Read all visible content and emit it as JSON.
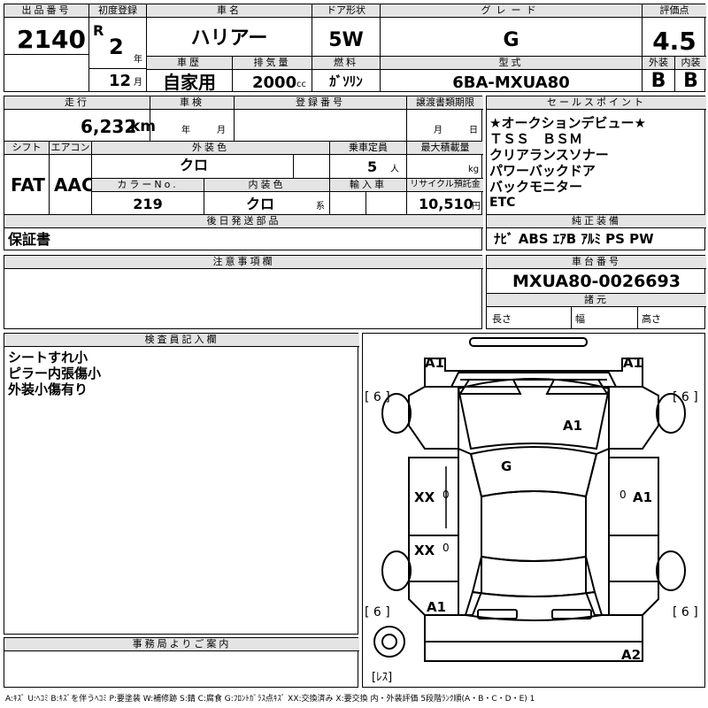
{
  "lot": {
    "label": "出品番号",
    "value": "2140"
  },
  "first_reg": {
    "label": "初度登録",
    "era": "R",
    "year": "2",
    "year_unit": "年",
    "month": "12",
    "month_unit": "月"
  },
  "car_name": {
    "label": "車名",
    "value": "ハリアー"
  },
  "door": {
    "label": "ドア形状",
    "value": "5W"
  },
  "grade": {
    "label": "グレード",
    "value": "G"
  },
  "score": {
    "label": "評価点",
    "value": "4.5",
    "ext_label": "外装",
    "int_label": "内装",
    "ext": "B",
    "int": "B"
  },
  "history": {
    "label": "車歴",
    "value": "自家用"
  },
  "displacement": {
    "label": "排気量",
    "value": "2000",
    "unit": "cc"
  },
  "fuel": {
    "label": "燃料",
    "value": "ｶﾞｿﾘﾝ"
  },
  "model": {
    "label": "型式",
    "value": "6BA-MXUA80"
  },
  "mileage": {
    "label": "走行",
    "value": "6,232",
    "unit": "km"
  },
  "inspection": {
    "label": "車検",
    "year_unit": "年",
    "month_unit": "月"
  },
  "reg_no": {
    "label": "登録番号"
  },
  "transfer": {
    "label": "譲渡書類期限",
    "month_unit": "月",
    "day_unit": "日"
  },
  "shift": {
    "label": "シフト",
    "value": "FAT"
  },
  "ac": {
    "label": "エアコン",
    "value": "AAC"
  },
  "ext_color": {
    "label": "外装色",
    "value": "クロ"
  },
  "capacity": {
    "label": "乗車定員",
    "value": "5",
    "unit": "人"
  },
  "max_load": {
    "label": "最大積載量",
    "unit": "kg"
  },
  "color_no": {
    "label": "カラーNo.",
    "value": "219"
  },
  "int_color": {
    "label": "内装色",
    "value": "クロ",
    "suffix": "系"
  },
  "import": {
    "label": "輸入車"
  },
  "recycle": {
    "label": "リサイクル預託金",
    "value": "10,510",
    "unit": "円"
  },
  "later_parts": {
    "label": "後日発送部品",
    "value": "保証書"
  },
  "sales_points": {
    "label": "セールスポイント",
    "lines": [
      "★オークションデビュー★",
      "ＴＳＳ　ＢＳＭ",
      "クリアランスソナー",
      "パワーバックドア",
      "バックモニター",
      "ETC"
    ]
  },
  "genuine": {
    "label": "純正装備",
    "value": "ﾅﾋﾞ ABS ｴｱB ｱﾙﾐ PS PW"
  },
  "notes": {
    "label": "注意事項欄"
  },
  "chassis": {
    "label": "車台番号",
    "value": "MXUA80-0026693"
  },
  "specs": {
    "label": "諸元",
    "length": "長さ",
    "width": "幅",
    "height": "高さ"
  },
  "inspector": {
    "label": "検査員記入欄",
    "lines": [
      "シートすれ小",
      "ピラー内張傷小",
      "外装小傷有り"
    ]
  },
  "office": {
    "label": "事務局よりご案内"
  },
  "diagram": {
    "marks": {
      "front_left": "A1",
      "front_right": "A1",
      "hood": "A1",
      "roof": "G",
      "left_front_door": "XX",
      "left_rear_door": "XX",
      "right_door": "A1",
      "rear_left": "A1",
      "rear_bumper": "A2",
      "tire_fl": "[ 6 ]",
      "tire_fr": "[ 6 ]",
      "tire_rl": "[ 6 ]",
      "tire_rr": "[ 6 ]",
      "spare": "[ﾚｽ]",
      "door_lf_zero": "0",
      "door_lr_zero": "0",
      "door_r_zero": "0"
    }
  },
  "legend": "A:ｷｽﾞ U:ﾍｺﾐ B:ｷｽﾞを伴うﾍｺﾐ P:要塗装 W:補修跡 S:錆 C:腐食 G:ﾌﾛﾝﾄｶﾞﾗｽ点ｷｽﾞ XX:交換済み X:要交換 内・外装評価 5段階ﾗﾝｸ順(A・B・C・D・E) 1"
}
